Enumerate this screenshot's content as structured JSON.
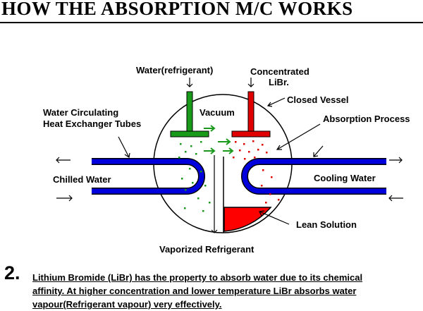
{
  "title": "HOW THE ABSORPTION M/C WORKS",
  "labels": {
    "water_refrigerant": "Water(refrigerant)",
    "concentrated_libr_line1": "Concentrated",
    "concentrated_libr_line2": "LiBr.",
    "closed_vessel": "Closed Vessel",
    "vacuum": "Vacuum",
    "absorption_process": "Absorption Process",
    "tubes_line1": "Water Circulating",
    "tubes_line2": "Heat Exchanger Tubes",
    "chilled_water": "Chilled Water",
    "cooling_water": "Cooling Water",
    "lean_solution": "Lean Solution",
    "vaporized_refrigerant": "Vaporized Refrigerant"
  },
  "point": {
    "number": "2.",
    "lines": [
      "Lithium Bromide (LiBr) has the property to absorb water due to its chemical",
      "affinity. At higher concentration and lower temperature LiBr absorbs water",
      "vapour(Refrigerant vapour) very effectively."
    ]
  },
  "colors": {
    "water": "#1a9a1a",
    "libr": "#e00000",
    "tube": "#0000dd"
  }
}
